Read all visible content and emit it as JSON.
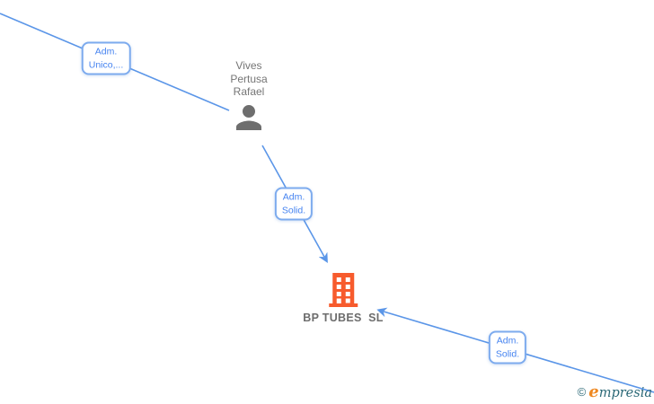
{
  "diagram": {
    "person": {
      "name_line1": "Vives",
      "name_line2": "Pertusa",
      "name_line3": "Rafael"
    },
    "company": {
      "name": "BP TUBES  SL"
    },
    "edge_labels": [
      {
        "line1": "Adm.",
        "line2": "Unico,..."
      },
      {
        "line1": "Adm.",
        "line2": "Solid."
      },
      {
        "line1": "Adm.",
        "line2": "Solid."
      }
    ]
  },
  "watermark": {
    "copyright": "©",
    "brand_initial": "e",
    "brand_rest": "mpresia"
  },
  "icons": {
    "person_icon": "person-silhouette",
    "company_icon": "office-building"
  },
  "colors": {
    "canvas_bg": "#ffffff",
    "edge_blue": "#5b96e8",
    "label_border_blue": "#7dabee",
    "label_text_blue": "#4583f0",
    "person_gray": "#757575",
    "company_gray": "#6d6d6d",
    "building_orange": "#f75b2d",
    "logo_teal": "#2c6977",
    "logo_orange": "#ee8822"
  }
}
